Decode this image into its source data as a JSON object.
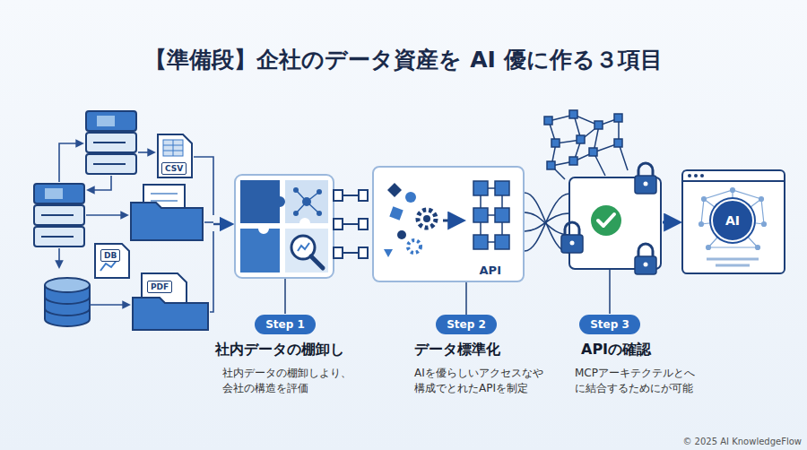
{
  "diagram": {
    "title": "【準備段】企社のデータ資産を AI 優に作る３項目",
    "nodes": [
      {
        "text": [
          "CSV"
        ]
      },
      {
        "text": [
          "DB"
        ]
      },
      {
        "text": [
          "PDF"
        ]
      },
      {
        "text": [
          "API"
        ]
      },
      {
        "text": [
          "AI"
        ]
      },
      {
        "text": [
          "Step 1"
        ]
      },
      {
        "text": [
          "Step 2"
        ]
      },
      {
        "text": [
          "Step 3"
        ]
      }
    ],
    "edges": [
      {
        "from": 3,
        "to": 6,
        "arrow": "none"
      }
    ],
    "labels": [
      "社内データの棚卸し",
      "社内データの棚卸しより、 会社の構造を評価",
      "データ標準化",
      "AIを優らしいアクセスなや 構成でとれたAPIを制定",
      "APIの確認",
      "MCPアーキテクテルとへ に結合するためにが可能",
      "© 2025 AI KnowledgeFlow"
    ]
  }
}
